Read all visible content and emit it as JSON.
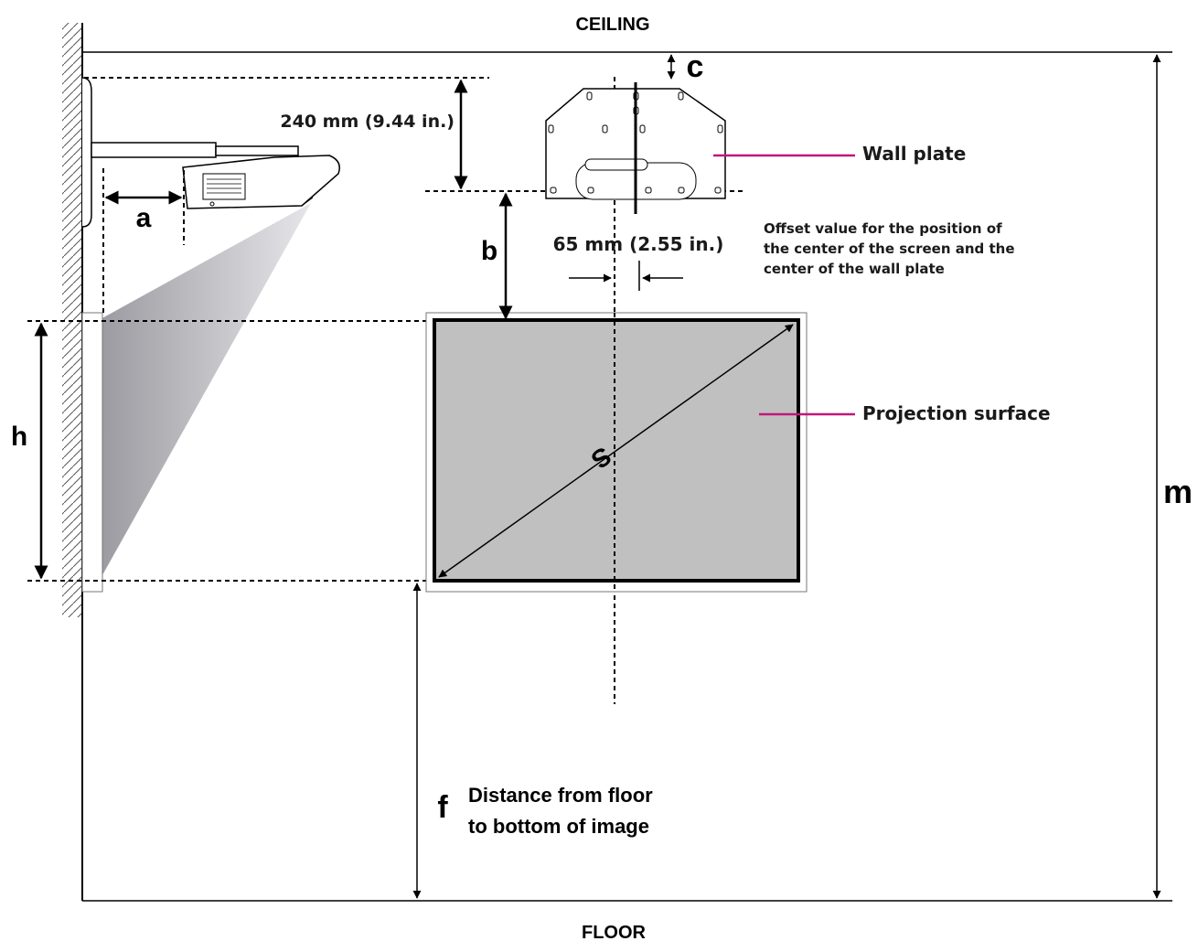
{
  "labels": {
    "ceiling": "CEILING",
    "floor": "FLOOR",
    "dim_240": "240 mm (9.44 in.)",
    "dim_65": "65 mm (2.55 in.)",
    "a": "a",
    "b": "b",
    "c": "c",
    "h": "h",
    "m": "m",
    "f": "f",
    "s": "S",
    "wall_plate": "Wall plate",
    "projection_surface": "Projection surface",
    "offset_line1": "Offset value for the position of",
    "offset_line2": "the center of the screen and the",
    "offset_line3": "center of the wall plate",
    "floor_dist_line1": "Distance from floor",
    "floor_dist_line2": "to bottom of image"
  },
  "colors": {
    "callout": "#c0177a",
    "screen_fill": "#c0c0c0",
    "line": "#000000"
  }
}
